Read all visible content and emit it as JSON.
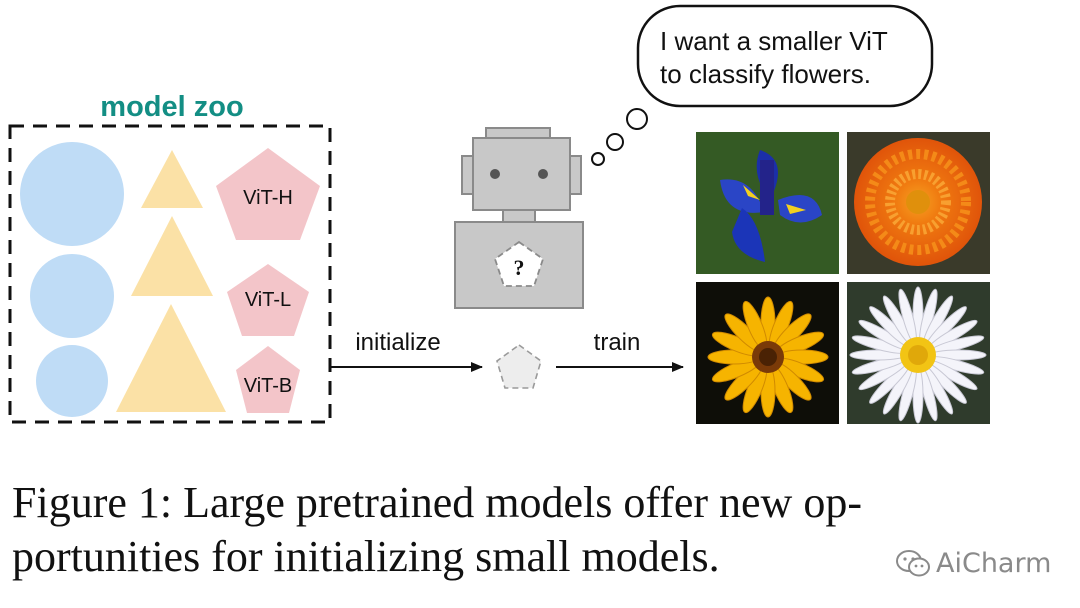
{
  "model_zoo": {
    "title": "model zoo",
    "models": [
      "ViT-H",
      "ViT-L",
      "ViT-B"
    ]
  },
  "thought_bubble": {
    "lines": [
      "I want a smaller ViT",
      "to classify flowers."
    ]
  },
  "robot": {
    "unknown_symbol": "?"
  },
  "arrows": {
    "initialize_label": "initialize",
    "train_label": "train"
  },
  "caption": {
    "lines": [
      "Figure 1: Large pretrained models offer new op-",
      "portunities for initializing small models."
    ]
  },
  "watermark": {
    "text": "AiCharm"
  },
  "colors": {
    "circle": "#bfdcf6",
    "triangle": "#fbe1a6",
    "pentagon": "#f3c5c9",
    "zoo_title": "#138e84",
    "robot_gray": "#c8c8c8",
    "robot_stroke": "#8a8a8a"
  }
}
